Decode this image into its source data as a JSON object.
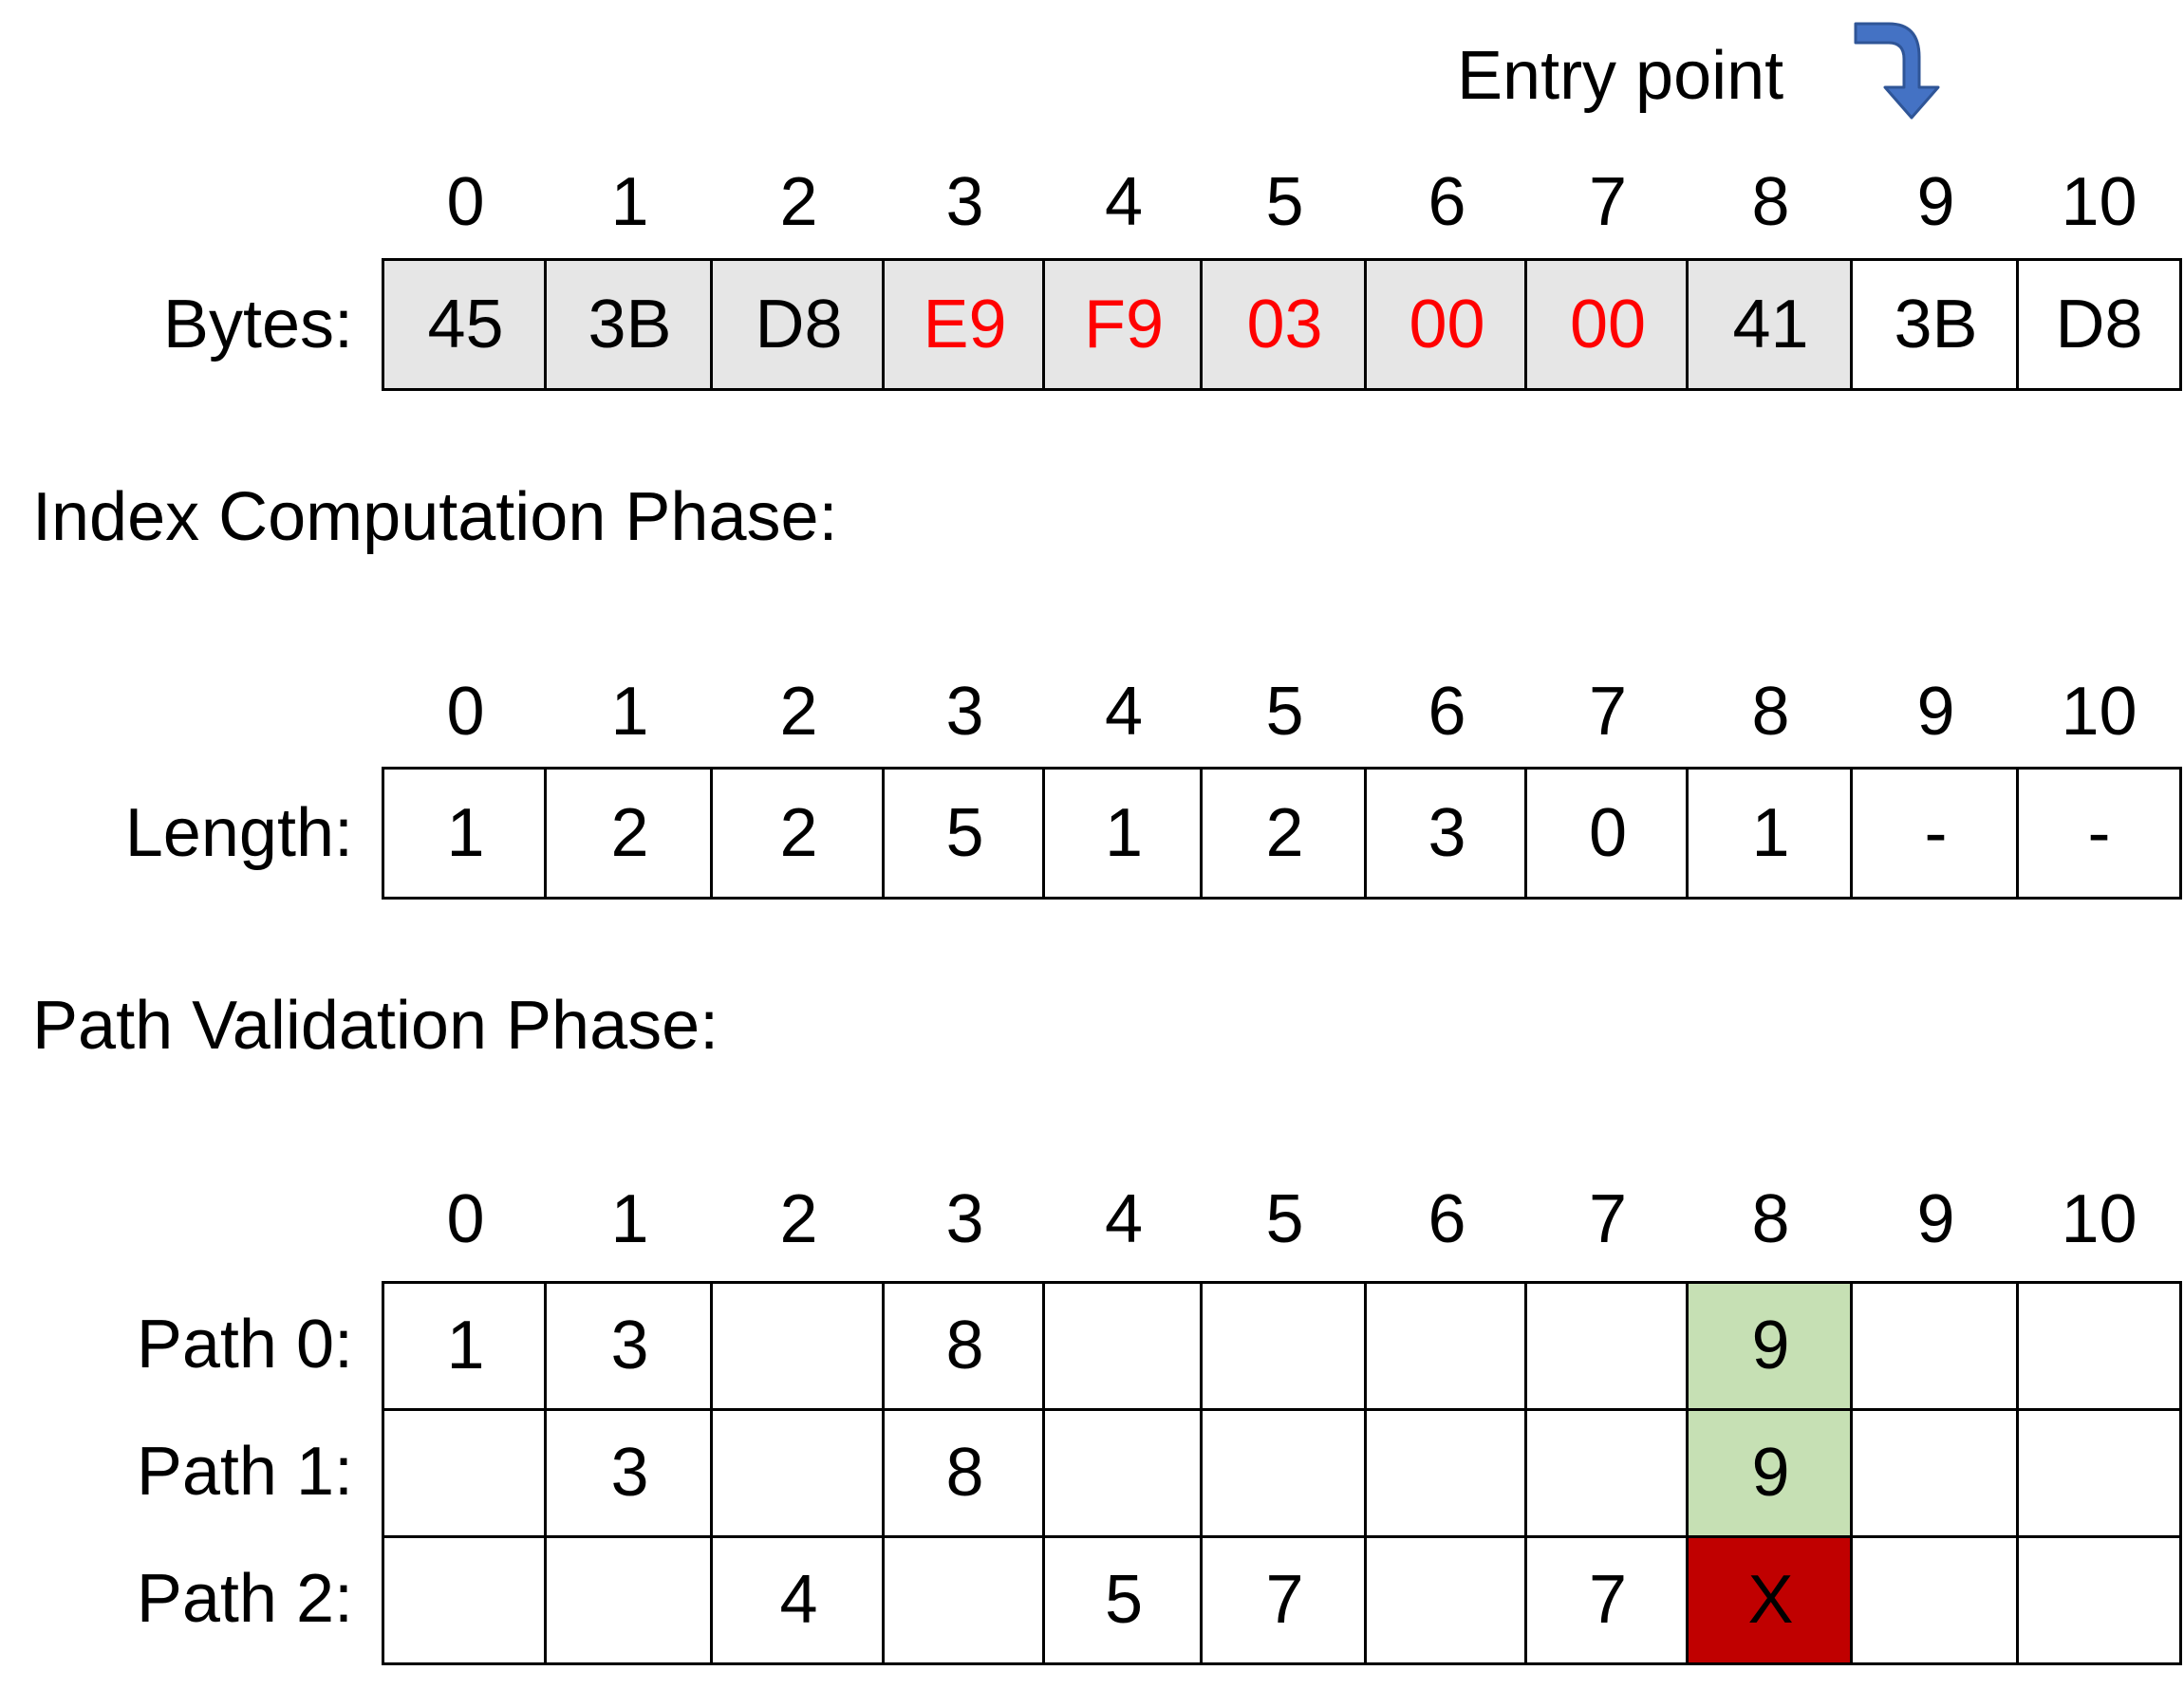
{
  "header": {
    "entry_label": "Entry point",
    "entry_icon": "curved-arrow-down-icon"
  },
  "colors": {
    "text": "#000000",
    "shaded_cell": "#e6e6e6",
    "highlight_text": "#ff0000",
    "valid_cell": "#c6e0b4",
    "invalid_cell": "#c00000",
    "arrow_fill": "#4472c4",
    "arrow_stroke": "#2f5597"
  },
  "indices": [
    "0",
    "1",
    "2",
    "3",
    "4",
    "5",
    "6",
    "7",
    "8",
    "9",
    "10"
  ],
  "bytes": {
    "label": "Bytes:",
    "cells": [
      {
        "value": "45",
        "shaded": true,
        "red": false
      },
      {
        "value": "3B",
        "shaded": true,
        "red": false
      },
      {
        "value": "D8",
        "shaded": true,
        "red": false
      },
      {
        "value": "E9",
        "shaded": true,
        "red": true
      },
      {
        "value": "F9",
        "shaded": true,
        "red": true
      },
      {
        "value": "03",
        "shaded": true,
        "red": true
      },
      {
        "value": "00",
        "shaded": true,
        "red": true
      },
      {
        "value": "00",
        "shaded": true,
        "red": true
      },
      {
        "value": "41",
        "shaded": true,
        "red": false
      },
      {
        "value": "3B",
        "shaded": false,
        "red": false
      },
      {
        "value": "D8",
        "shaded": false,
        "red": false
      }
    ]
  },
  "index_phase": {
    "title": "Index Computation Phase:",
    "label": "Length:",
    "cells": [
      "1",
      "2",
      "2",
      "5",
      "1",
      "2",
      "3",
      "0",
      "1",
      "-",
      "-"
    ]
  },
  "path_phase": {
    "title": "Path Validation Phase:",
    "rows": [
      {
        "label": "Path 0:",
        "cells": [
          "1",
          "3",
          "",
          "8",
          "",
          "",
          "",
          "",
          "9",
          "",
          ""
        ],
        "status": {
          "8": "valid"
        }
      },
      {
        "label": "Path 1:",
        "cells": [
          "",
          "3",
          "",
          "8",
          "",
          "",
          "",
          "",
          "9",
          "",
          ""
        ],
        "status": {
          "8": "valid"
        }
      },
      {
        "label": "Path 2:",
        "cells": [
          "",
          "",
          "4",
          "",
          "5",
          "7",
          "",
          "7",
          "X",
          "",
          ""
        ],
        "status": {
          "8": "invalid"
        }
      }
    ]
  }
}
